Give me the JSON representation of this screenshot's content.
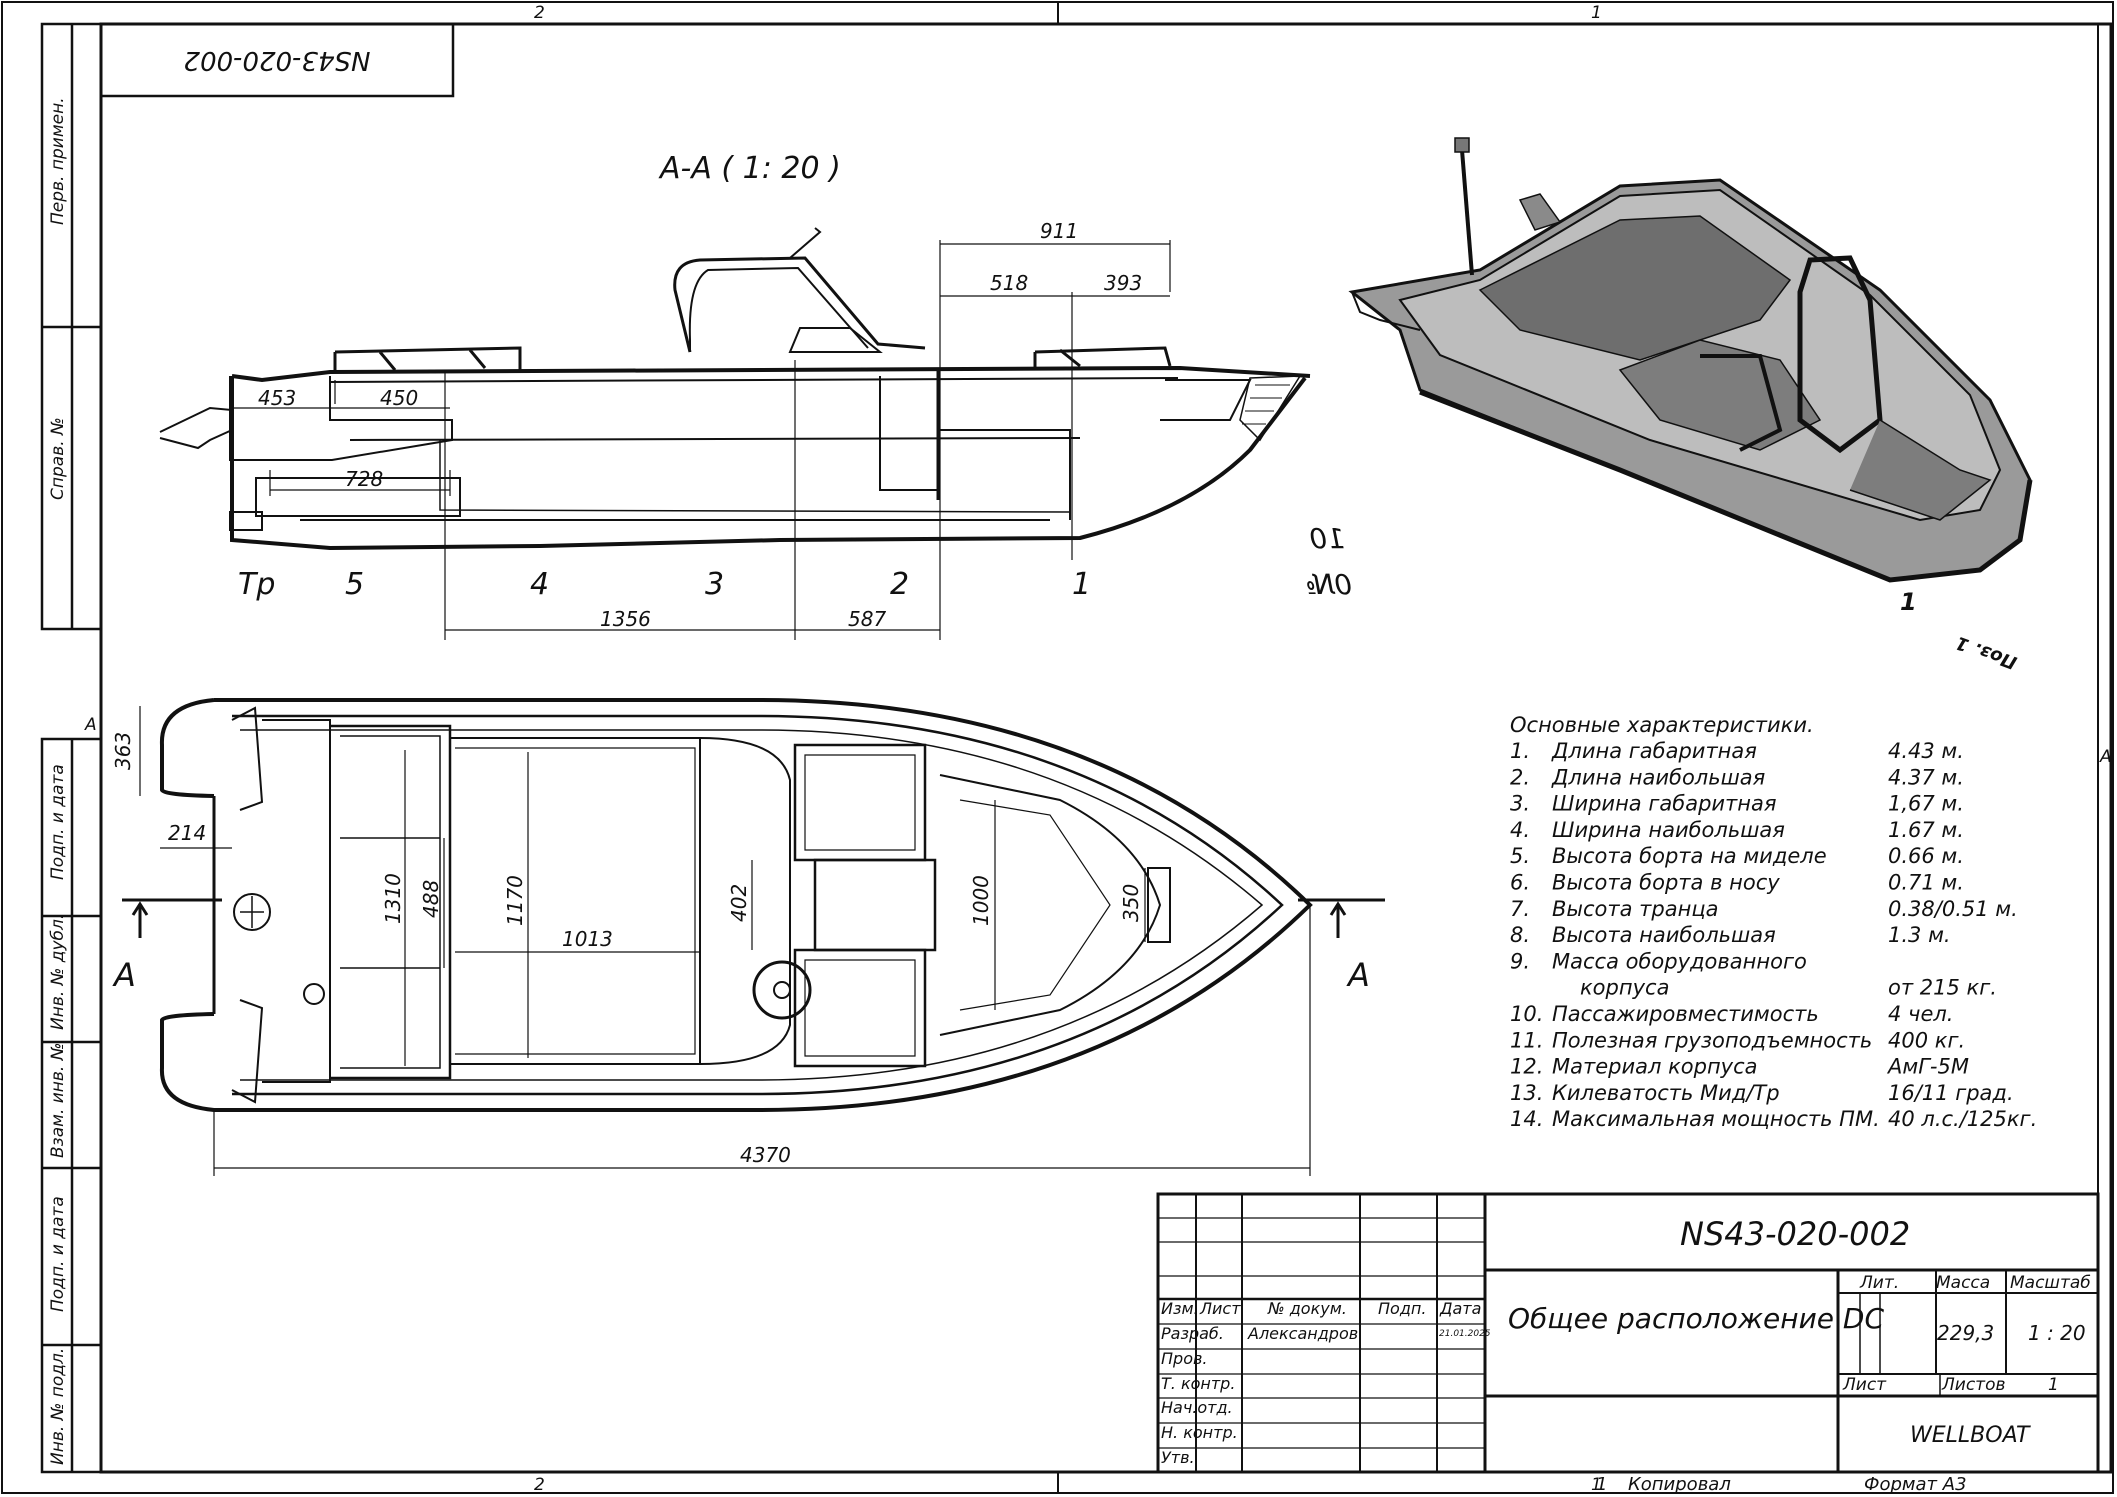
{
  "frame": {
    "zone_top_left": "2",
    "zone_top_right": "1",
    "zone_bottom_left": "2",
    "zone_bottom_right": "1",
    "zone_side_left": "A",
    "zone_side_right": "A",
    "copied": "Копировал",
    "format": "Формат А3"
  },
  "side_stamp": {
    "perv_primen": "Перв. примен.",
    "sprav_no": "Справ. №",
    "podp_data_1": "Подп. и дата",
    "inv_dubl": "Инв. № дубл.",
    "vzam_inv": "Взам. инв. №",
    "podp_data_2": "Подп. и дата",
    "inv_podl": "Инв. № подл."
  },
  "top_code_mirrored": "NS43-020-002",
  "section_view": {
    "title": "А-А ( 1: 20 )",
    "dimensions": [
      "911",
      "518",
      "393",
      "453",
      "450",
      "728",
      "1356",
      "587"
    ],
    "frames": [
      "Тр",
      "5",
      "4",
      "3",
      "2",
      "1",
      "0№"
    ],
    "mark_top": "10"
  },
  "plan_view": {
    "dimensions": [
      "363",
      "214",
      "1310",
      "488",
      "1170",
      "1013",
      "402",
      "1000",
      "350",
      "4370"
    ],
    "section_marks": [
      "А",
      "А"
    ]
  },
  "iso_view": {
    "callout": "1",
    "note": "Поз. 1"
  },
  "characteristics": {
    "title": "Основные характеристики.",
    "items": [
      {
        "n": "1.",
        "label": "Длина габаритная",
        "value": "4.43 м."
      },
      {
        "n": "2.",
        "label": "Длина наибольшая",
        "value": "4.37 м."
      },
      {
        "n": "3.",
        "label": "Ширина габаритная",
        "value": "1,67 м."
      },
      {
        "n": "4.",
        "label": "Ширина наибольшая",
        "value": "1.67 м."
      },
      {
        "n": "5.",
        "label": "Высота борта на миделе",
        "value": "0.66 м."
      },
      {
        "n": "6.",
        "label": "Высота борта в носу",
        "value": "0.71 м."
      },
      {
        "n": "7.",
        "label": "Высота транца",
        "value": "0.38/0.51 м."
      },
      {
        "n": "8.",
        "label": "Высота наибольшая",
        "value": "1.3 м."
      },
      {
        "n": "9.",
        "label": "Масса оборудованного",
        "value": ""
      },
      {
        "n": "",
        "label": "корпуса",
        "value": "от 215 кг."
      },
      {
        "n": "10.",
        "label": "Пассажировместимость",
        "value": "4 чел."
      },
      {
        "n": "11.",
        "label": "Полезная грузоподъемность",
        "value": "400 кг."
      },
      {
        "n": "12.",
        "label": "Материал корпуса",
        "value": "АмГ-5М"
      },
      {
        "n": "13.",
        "label": "Килеватость Мид/Тр",
        "value": "16/11 град."
      },
      {
        "n": "14.",
        "label": "Максимальная мощность ПМ.",
        "value": "40 л.с./125кг."
      }
    ]
  },
  "title_block": {
    "code": "NS43-020-002",
    "name": "Общее расположение DC",
    "h_izm": "Изм.",
    "h_list": "Лист",
    "h_doc": "№ докум.",
    "h_podp": "Подп.",
    "h_data": "Дата",
    "r_razrab": "Разраб.",
    "razrab_name": "Александров",
    "razrab_date": "21.01.2025",
    "r_prov": "Пров.",
    "r_tkontr": "Т. контр.",
    "r_nachotd": "Нач.отд.",
    "r_nkontr": "Н. контр.",
    "r_utv": "Утв.",
    "lit": "Лит.",
    "massa": "Масса",
    "masshtab": "Масштаб",
    "massa_val": "229,3",
    "masshtab_val": "1 : 20",
    "list": "Лист",
    "listov": "Листов",
    "listov_val": "1",
    "company": "WELLBOAT"
  }
}
